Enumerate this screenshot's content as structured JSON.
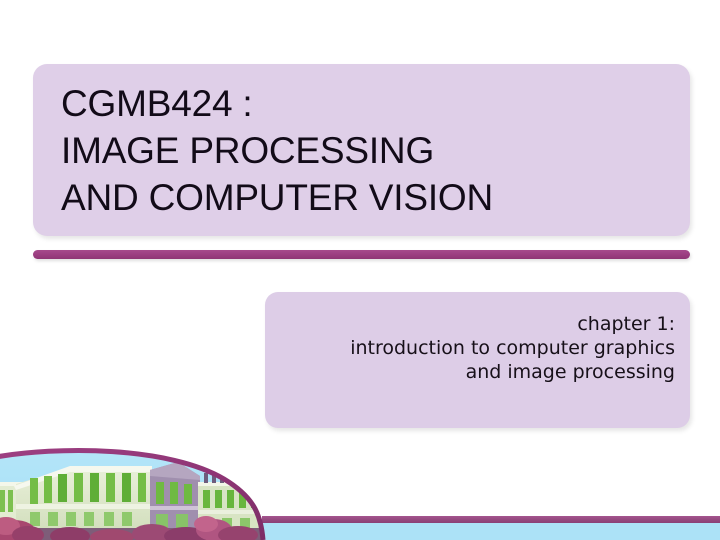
{
  "slide": {
    "title": {
      "lines": [
        "CGMB424 :",
        "IMAGE PROCESSING",
        "AND COMPUTER VISION"
      ]
    },
    "subtitle": {
      "lines": [
        "chapter 1:",
        "introduction to computer graphics",
        "and image processing"
      ]
    },
    "decoration": {
      "photo_alt": "campus-building-photo",
      "sky_label": "sky",
      "building_label": "building",
      "foliage_label": "flowering-bushes"
    },
    "colors": {
      "box_fill": "#ddcde7",
      "title_box_fill": "#dfcfe8",
      "accent_purple": "#9d3f82",
      "sky_blue": "#ace2f7",
      "text_dark": "#120b18",
      "building_green": "#93c86a",
      "building_light": "#dfe9cd",
      "building_mauve": "#9b8aa8",
      "foliage_pink": "#b8567f"
    }
  }
}
